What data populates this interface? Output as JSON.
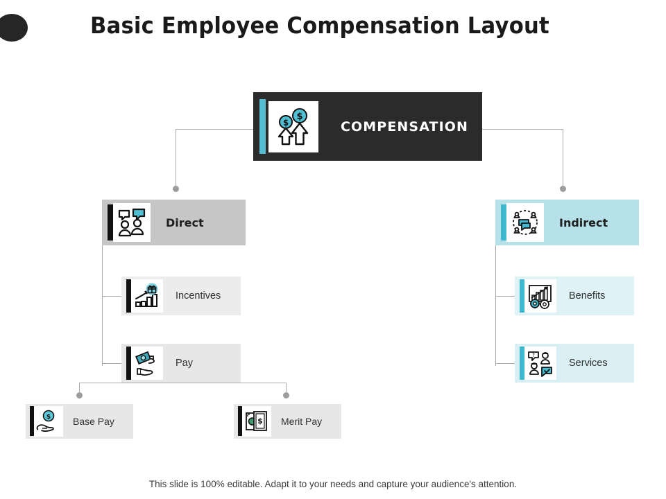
{
  "slide": {
    "title": "Basic Employee Compensation Layout",
    "footer_note": "This slide is 100% editable. Adapt it to your needs and capture your audience's attention."
  },
  "colors": {
    "teal_accent": "#3fb8cf",
    "teal_light_bar": "#57bdd2",
    "dark_box": "#2b2b2b",
    "gray_box": "#c6c6c6",
    "light_gray_box": "#e7e7e7",
    "light_teal_box": "#b6e1e8",
    "pale_teal_box": "#dff2f5",
    "connector_gray": "#aaaaaa",
    "dot_gray": "#9d9d9d",
    "black_accent": "#111111"
  },
  "nodes": {
    "compensation": {
      "label": "COMPENSATION",
      "icon": "money-growth-arrows-icon"
    },
    "direct": {
      "label": "Direct",
      "icon": "two-people-speech-bubbles-icon"
    },
    "indirect": {
      "label": "Indirect",
      "icon": "team-circle-chat-icon"
    },
    "incentives": {
      "label": "Incentives",
      "icon": "bar-chart-gift-icon"
    },
    "pay": {
      "label": "Pay",
      "icon": "hands-exchange-money-icon"
    },
    "benefits": {
      "label": "Benefits",
      "icon": "chart-gears-icon"
    },
    "services": {
      "label": "Services",
      "icon": "support-people-chat-icon"
    },
    "base_pay": {
      "label": "Base Pay",
      "icon": "hand-dollar-coin-icon"
    },
    "merit_pay": {
      "label": "Merit Pay",
      "icon": "cash-banknotes-icon"
    }
  }
}
